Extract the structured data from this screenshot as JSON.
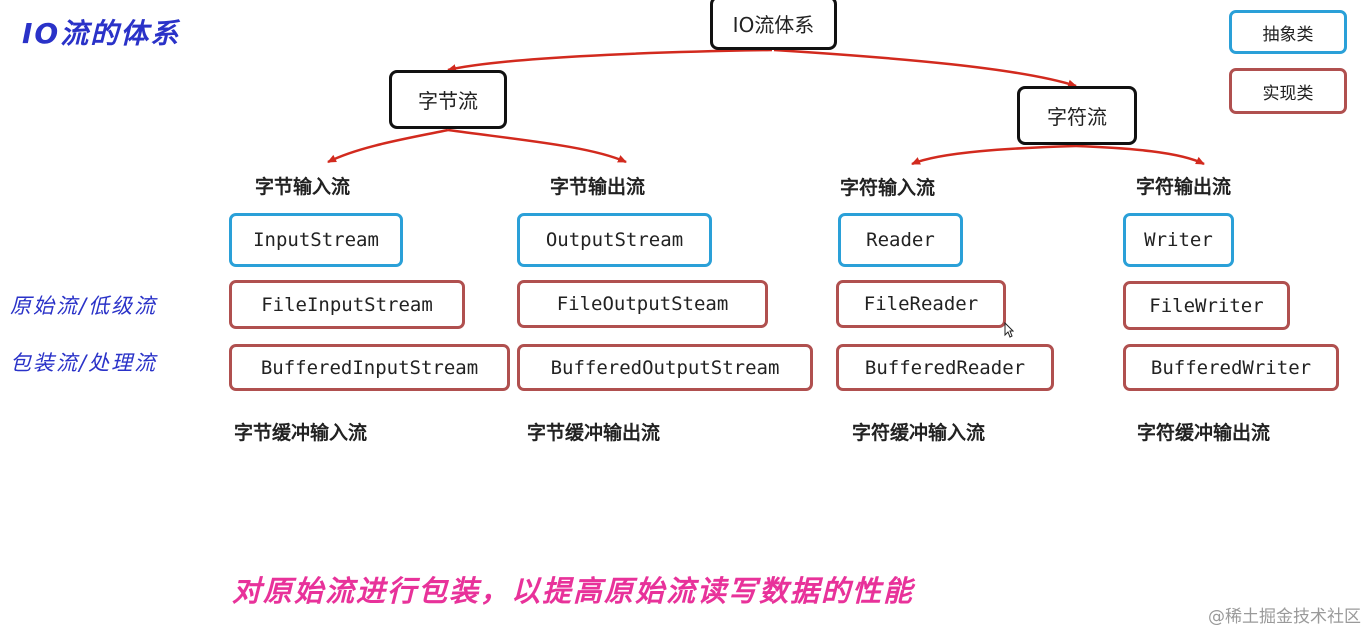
{
  "title": "IO流的体系",
  "root": "IO流体系",
  "branches": {
    "byte": "字节流",
    "char": "字符流"
  },
  "legend": {
    "abstract": "抽象类",
    "concrete": "实现类"
  },
  "categories": {
    "byte_input": "字节输入流",
    "byte_output": "字节输出流",
    "char_input": "字符输入流",
    "char_output": "字符输出流"
  },
  "abstract_classes": [
    "InputStream",
    "OutputStream",
    "Reader",
    "Writer"
  ],
  "raw_streams": [
    "FileInputStream",
    "FileOutputSteam",
    "FileReader",
    "FileWriter"
  ],
  "buffered_streams": [
    "BufferedInputStream",
    "BufferedOutputStream",
    "BufferedReader",
    "BufferedWriter"
  ],
  "buffered_labels": [
    "字节缓冲输入流",
    "字节缓冲输出流",
    "字符缓冲输入流",
    "字符缓冲输出流"
  ],
  "side_labels": {
    "raw": "原始流/低级流",
    "wrapper": "包装流/处理流"
  },
  "note": "对原始流进行包装，以提高原始流读写数据的性能",
  "watermark": "@稀土掘金技术社区",
  "colors": {
    "arrow": "#d22a1e",
    "abstract_border": "#2aa0d8",
    "concrete_border": "#b0504f",
    "handwriting_blue": "#2a32c8",
    "handwriting_pink": "#e8329a"
  }
}
